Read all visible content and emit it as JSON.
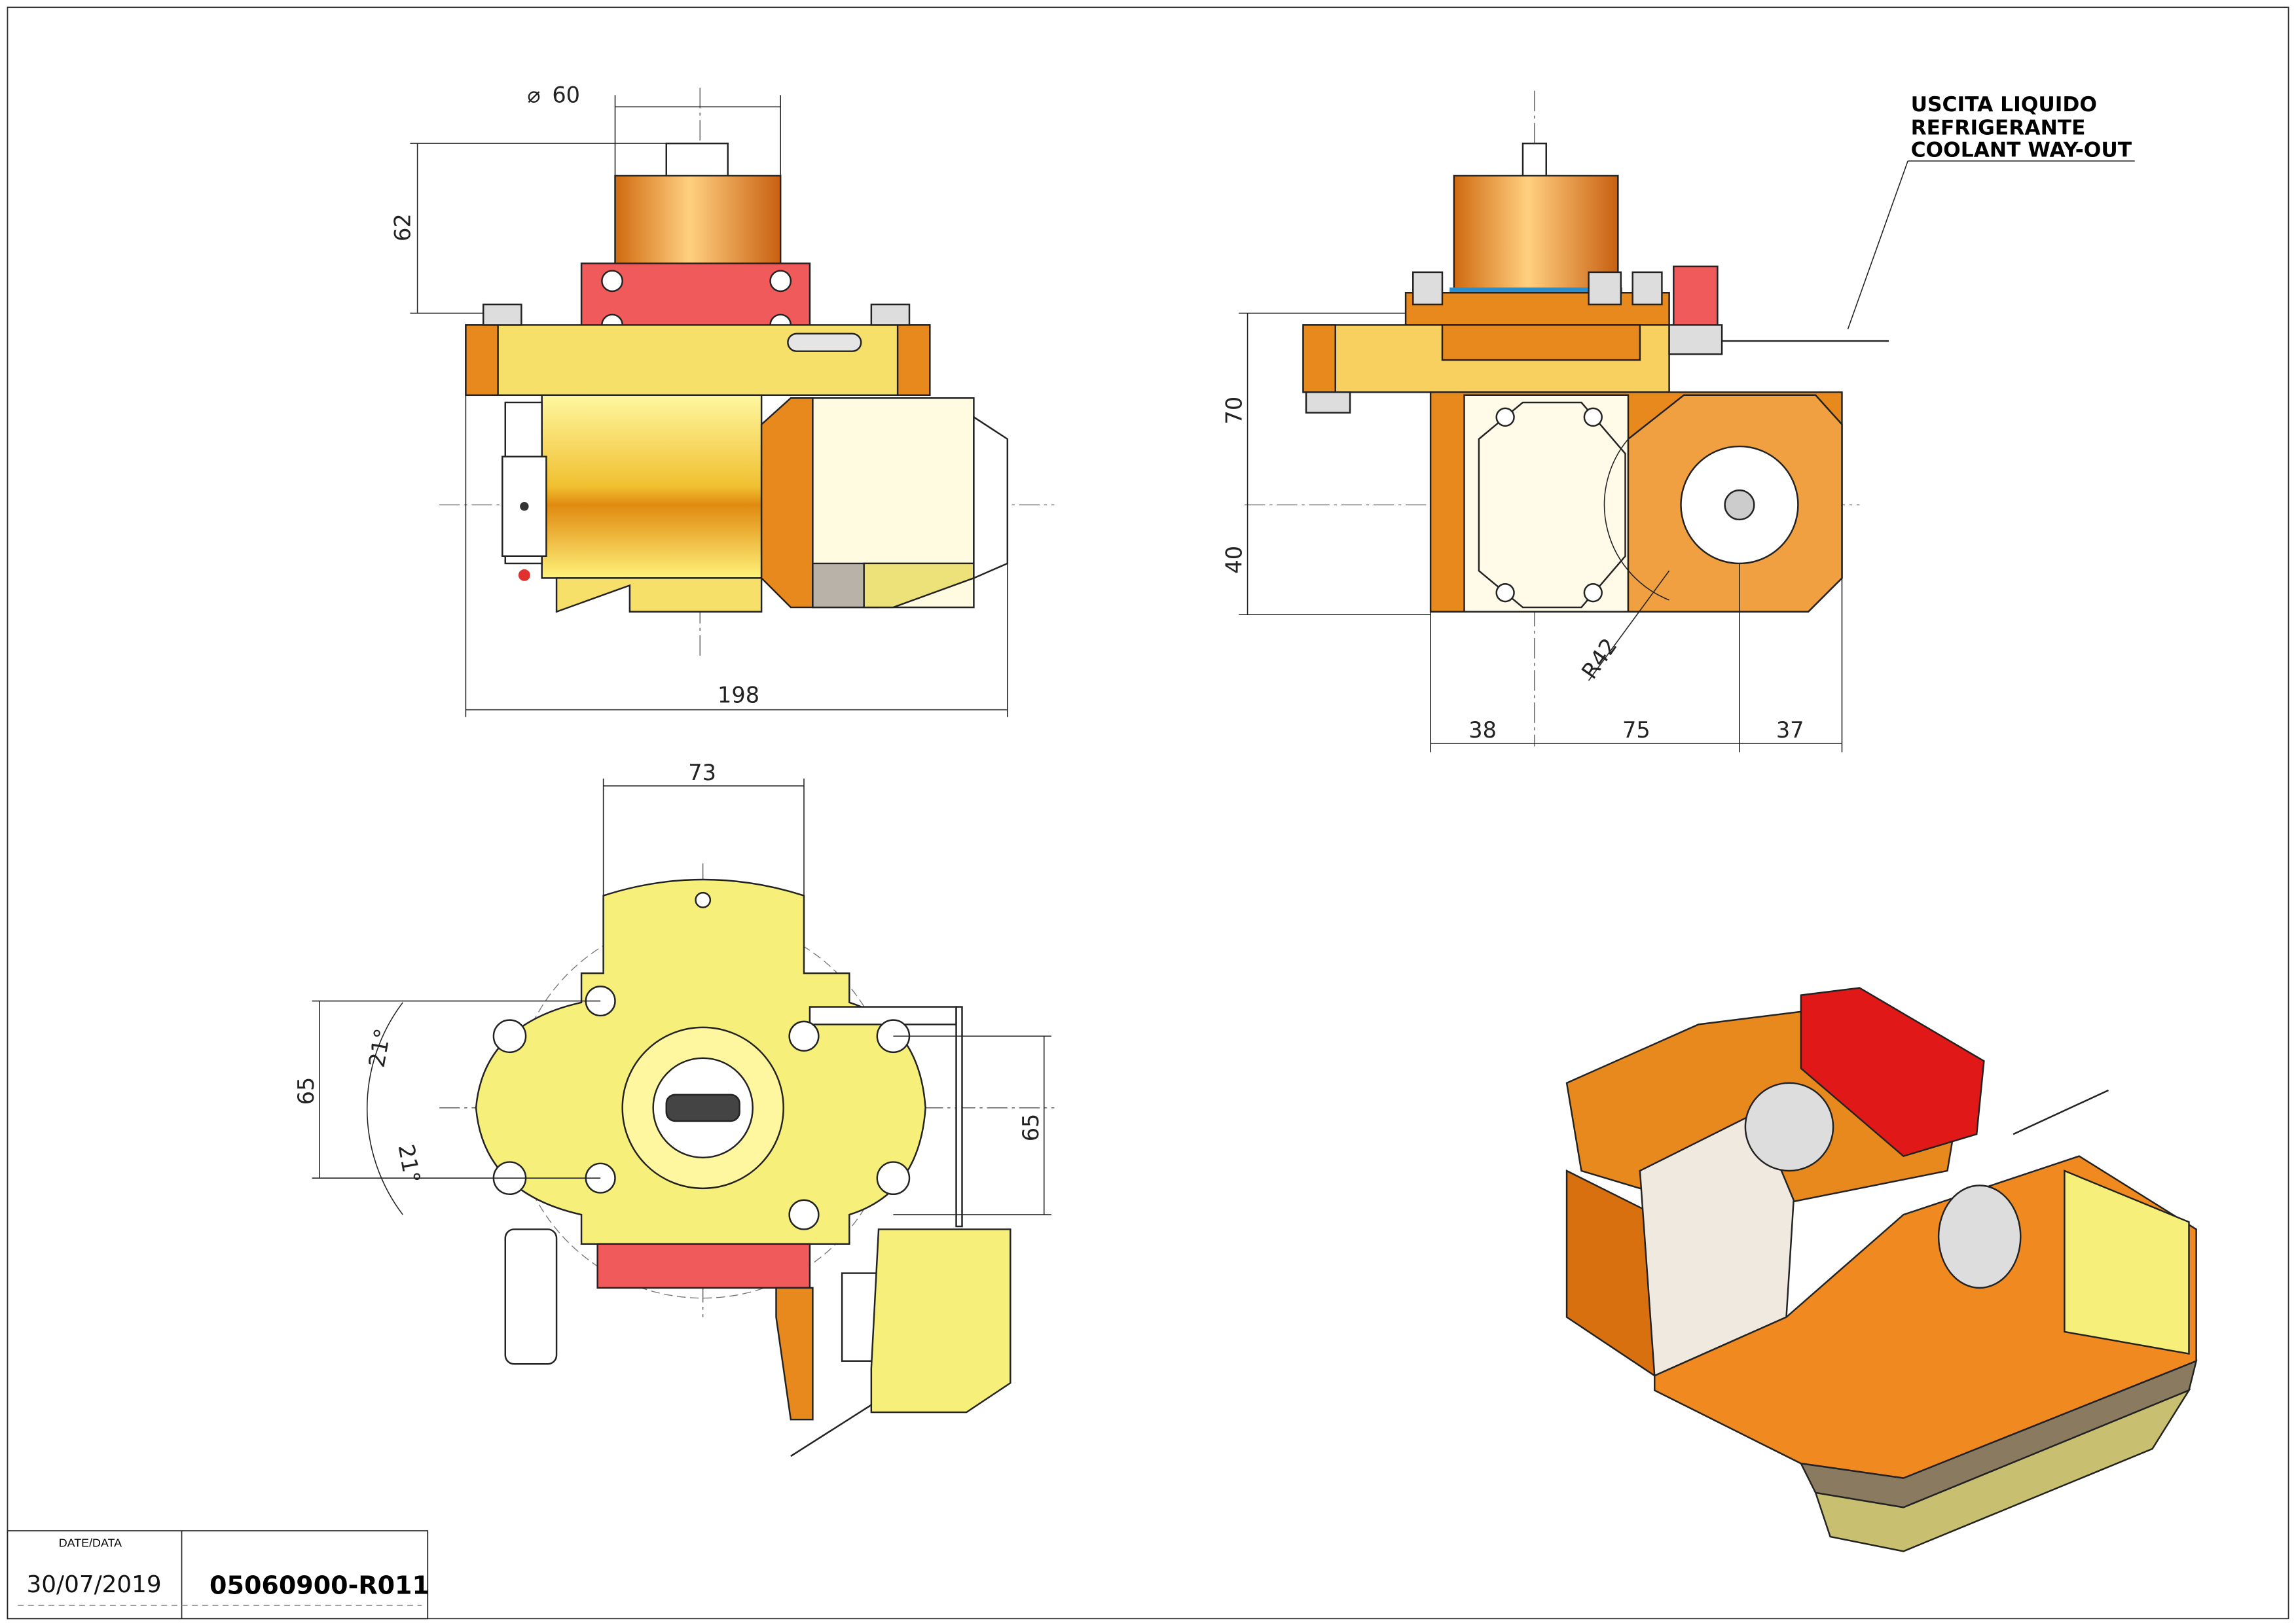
{
  "drawing": {
    "colors": {
      "yellow": "#f5ec6a",
      "orange": "#e8891e",
      "red": "#f05a5a",
      "grey": "#b8b2a8",
      "line": "#222222"
    },
    "front_view": {
      "dimensions": {
        "diameter": "60",
        "height": "62",
        "width": "198"
      }
    },
    "side_view": {
      "dimensions": {
        "upper": "70",
        "lower": "40",
        "radius": "R42",
        "left": "38",
        "middle": "75",
        "right": "37"
      },
      "callout": {
        "line1": "USCITA LIQUIDO",
        "line2": "REFRIGERANTE",
        "line3": "COOLANT WAY-OUT"
      }
    },
    "bottom_view": {
      "dimensions": {
        "width": "73",
        "left_height": "65",
        "angle_upper": "21°",
        "angle_lower": "21°",
        "right_height": "65"
      }
    },
    "diameter_symbol": "⌀"
  },
  "title_block": {
    "date_label": "DATE/DATA",
    "date": "30/07/2019",
    "drawing_number": "05060900-R011"
  }
}
